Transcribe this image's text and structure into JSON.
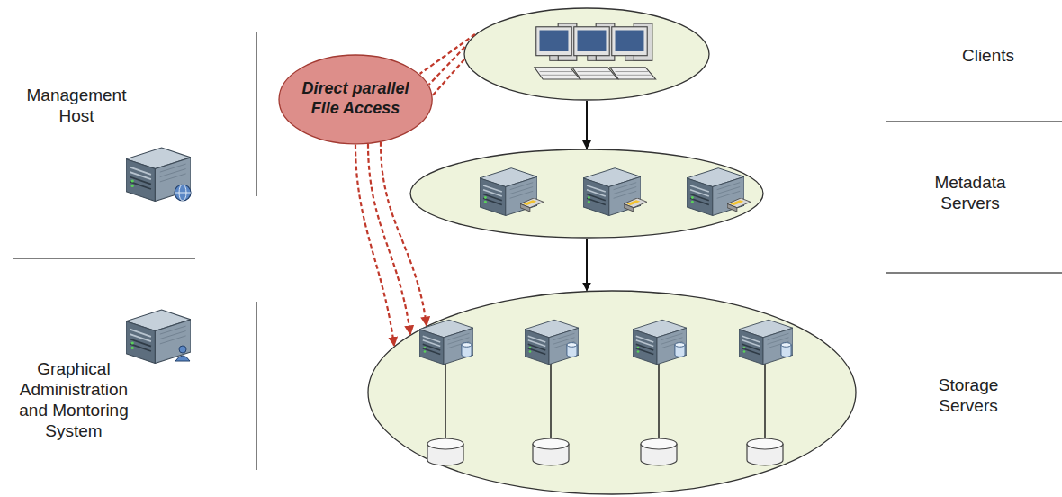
{
  "diagram": {
    "nodes": [
      {
        "text": [
          "Clients"
        ]
      },
      {
        "text": [
          "Metadata Servers"
        ]
      },
      {
        "text": [
          "Storage Servers"
        ]
      },
      {
        "text": [
          "Direct parallel File Access"
        ]
      }
    ],
    "edges": [
      {
        "from": 0,
        "to": 1,
        "arrow": "to"
      },
      {
        "from": 1,
        "to": 2,
        "arrow": "to"
      },
      {
        "from": 0,
        "to": 3,
        "arrow": "none"
      },
      {
        "from": 3,
        "to": 2,
        "arrow": "to"
      }
    ],
    "labels": [
      "Management Host",
      "Graphical Administration and Montoring System"
    ]
  }
}
